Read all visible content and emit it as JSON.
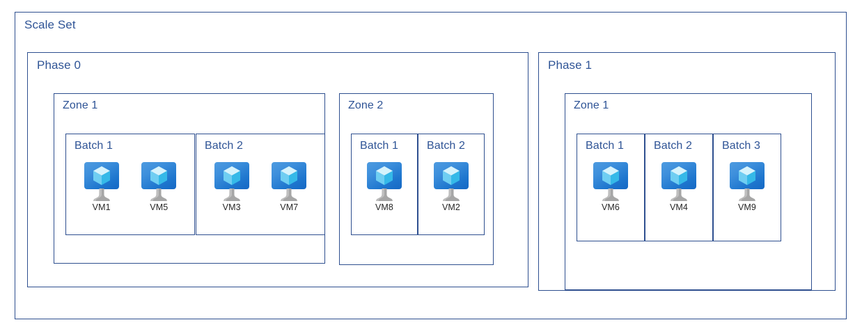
{
  "diagram": {
    "title": "Scale Set",
    "icon_name": "virtual-machine-icon",
    "colors": {
      "border": "#2E4F8F",
      "title_text": "#2F5496",
      "vm_label_text": "#262626",
      "vm_screen_top": "#4E9BE0",
      "vm_screen_bottom": "#1668C4",
      "vm_cube_light": "#C8EEFB",
      "vm_cube_mid": "#7FD5F4",
      "vm_cube_dark": "#4FC4EE",
      "vm_stand": "#9E9E9E",
      "background": "#FFFFFF"
    }
  },
  "phases": [
    {
      "label": "Phase 0",
      "zones": [
        {
          "label": "Zone 1",
          "batches": [
            {
              "label": "Batch 1",
              "vms": [
                "VM1",
                "VM5"
              ]
            },
            {
              "label": "Batch 2",
              "vms": [
                "VM3",
                "VM7"
              ]
            }
          ]
        },
        {
          "label": "Zone 2",
          "batches": [
            {
              "label": "Batch 1",
              "vms": [
                "VM8"
              ]
            },
            {
              "label": "Batch 2",
              "vms": [
                "VM2"
              ]
            }
          ]
        }
      ]
    },
    {
      "label": "Phase 1",
      "zones": [
        {
          "label": "Zone 1",
          "batches": [
            {
              "label": "Batch 1",
              "vms": [
                "VM6"
              ]
            },
            {
              "label": "Batch 2",
              "vms": [
                "VM4"
              ]
            },
            {
              "label": "Batch 3",
              "vms": [
                "VM9"
              ]
            }
          ]
        }
      ]
    }
  ]
}
